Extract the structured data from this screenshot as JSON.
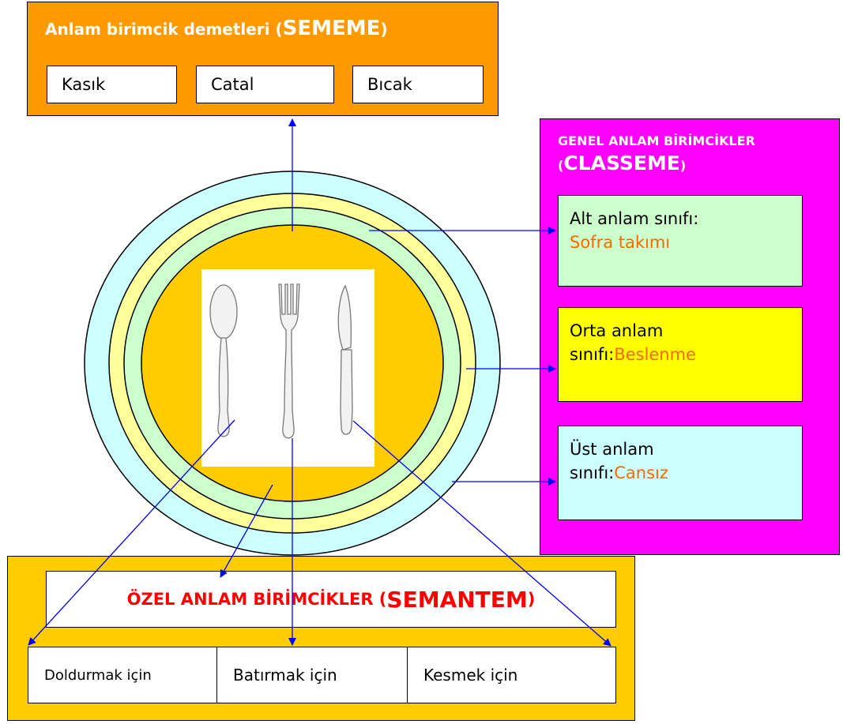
{
  "sememe": {
    "title_prefix": "Anlam birimcik demetleri (",
    "title_big": "SEMEME",
    "title_suffix": ")",
    "items": [
      "Kasık",
      "Catal",
      "Bıcak"
    ],
    "color": "#ff9900"
  },
  "classeme": {
    "title_line1": "GENEL ANLAM BİRİMCİKLER",
    "title_open": "(",
    "title_big": "CLASSEME",
    "title_close": ")",
    "color": "#ff00ff",
    "cards": [
      {
        "label": "Alt anlam sınıfı:",
        "value": "Sofra takımı",
        "bg": "#ccffcc"
      },
      {
        "label": "Orta anlam sınıfı:",
        "value": "Beslenme",
        "bg": "#ffff00"
      },
      {
        "label": "Üst anlam sınıfı:",
        "value": "Cansız",
        "bg": "#ccffff"
      }
    ]
  },
  "semantem": {
    "title_prefix": "ÖZEL ANLAM BİRİMCİKLER (",
    "title_big": "SEMANTEM",
    "title_suffix": ")",
    "items": [
      "Doldurmak için",
      "Batırmak için",
      "Kesmek için"
    ],
    "color": "#ffcc00"
  },
  "plate": {
    "ring_colors": [
      "#ccffff",
      "#ffff99",
      "#ccffcc",
      "#ffcc00"
    ],
    "cutlery": [
      "spoon-icon",
      "fork-icon",
      "knife-icon"
    ]
  },
  "arrow_color": "#0000ff"
}
